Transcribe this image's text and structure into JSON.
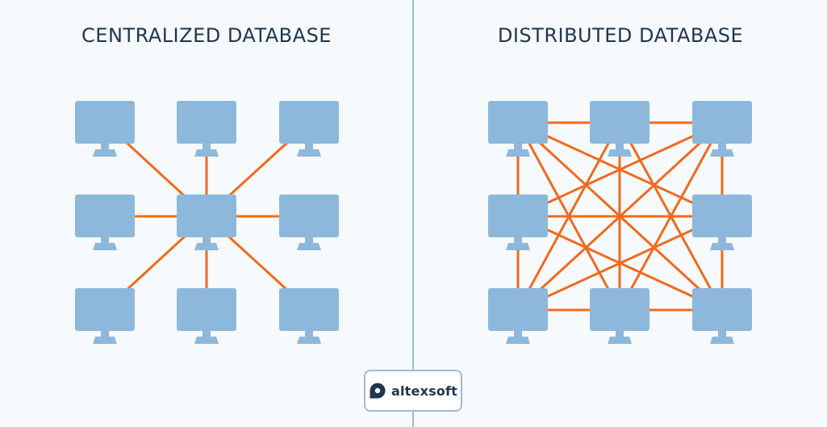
{
  "left_panel": {
    "title": "CENTRALIZED DATABASE"
  },
  "right_panel": {
    "title": "DISTRIBUTED DATABASE"
  },
  "logo": {
    "text": "altexsoft"
  },
  "colors": {
    "background": "#f6fafd",
    "computer": "#8db8db",
    "connection": "#f2691e",
    "title": "#1f3550",
    "divider": "#9bbdd6"
  },
  "icons": {
    "computer": "monitor-icon",
    "logo": "altexsoft-logo-icon"
  }
}
